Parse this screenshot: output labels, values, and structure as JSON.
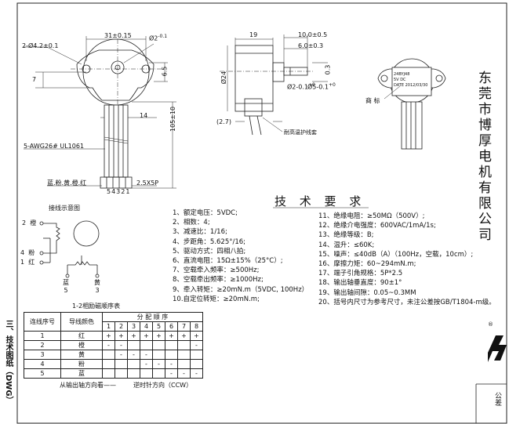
{
  "dimensions": {
    "d31": "31±0.15",
    "d2hole": "2-Ø4.2±0.1",
    "d2shaft": "Ø2",
    "d2shaft_tol": "-0.1",
    "d7": "7",
    "d65": "6.5",
    "d14": "14",
    "d105": "105±10",
    "wire": "5-AWG26# UL1061",
    "colors": "蓝.粉.黄.橙.红",
    "pins": "54321",
    "connector": "2.5X5P",
    "d19": "19",
    "d10": "10.0±0.5",
    "d6": "6.0±0.3",
    "d24": "Ø24",
    "d2a": "Ø2-0.1",
    "d2a_tol": "+0",
    "d5": "Ø5-0.1",
    "d5_tol": "+0",
    "d03": "0.3",
    "d27": "(2.7)",
    "sleeve": "耐高温护线套",
    "label": "商 标",
    "nameplate1": "24BYJ48",
    "nameplate2": "5V DC",
    "nameplate3": "DATE 2012/03/30"
  },
  "wiring": {
    "title": "接线示意图",
    "n2": "2",
    "c2": "橙",
    "n4": "4",
    "c4": "粉",
    "n1": "1",
    "c1": "红",
    "c5": "蓝",
    "n5": "5",
    "c3": "黄",
    "n3": "3"
  },
  "requirements": {
    "title": "技 术 要 求",
    "left": [
      "1、额定电压：5VDC;",
      "2、相数：4;",
      "3、减速比：1/16;",
      "4、步距角：5.625°/16;",
      "5、驱动方式：四相八拍;",
      "6、直流电阻：15Ω±15%（25°C）;",
      "7、空载牵入频率：≥500Hz;",
      "8、空载牵出频率：≥1000Hz;",
      "9、牵入转矩：≥20mN.m（5VDC, 100Hz）",
      "10.自定位转矩：≥20mN.m;"
    ],
    "right": [
      "11、绝缘电阻：≥50MΩ（500V）;",
      "12、绝缘介电强度：600VAC/1mA/1s;",
      "13、绝缘等级：B;",
      "14、温升：≤60K;",
      "15、噪声：≤40dB（A）（100Hz，空载，10cm）;",
      "16、摩擦力矩：60~294mN.m;",
      "17、端子引角规格：5P*2.5",
      "18、输出轴垂直度：90±1°",
      "19、输出轴间隙：0.05~0.3MM",
      "20、括号内尺寸为参考尺寸，未注公差按GB/T1804-m级。"
    ]
  },
  "sequence": {
    "caption": "1-2相励磁顺序表",
    "h_no": "连线序号",
    "h_color": "导线颜色",
    "h_seq": "分 配 顺 序",
    "steps": [
      "1",
      "2",
      "3",
      "4",
      "5",
      "6",
      "7",
      "8"
    ],
    "rows": [
      {
        "no": "1",
        "color": "红",
        "cells": [
          "+",
          "+",
          "+",
          "+",
          "+",
          "+",
          "+",
          "+"
        ]
      },
      {
        "no": "2",
        "color": "橙",
        "cells": [
          "-",
          "-",
          "",
          "",
          "",
          "",
          "",
          "-"
        ]
      },
      {
        "no": "3",
        "color": "黄",
        "cells": [
          "",
          "-",
          "-",
          "-",
          "",
          "",
          "",
          ""
        ]
      },
      {
        "no": "4",
        "color": "粉",
        "cells": [
          "",
          "",
          "",
          "-",
          "-",
          "-",
          "",
          ""
        ]
      },
      {
        "no": "5",
        "color": "蓝",
        "cells": [
          "",
          "",
          "",
          "",
          "",
          "-",
          "-",
          "-"
        ]
      }
    ],
    "footer_left": "从输出轴方向看——",
    "footer_right": "逆时针方向（CCW）"
  },
  "side": {
    "company": "东莞市博厚电机有限公司",
    "section": "三、技术图纸（DWG）",
    "tolerance": "公差",
    "reg": "®"
  }
}
